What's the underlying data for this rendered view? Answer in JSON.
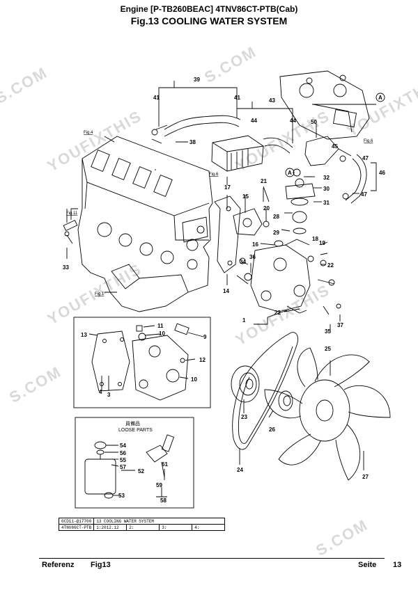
{
  "header": {
    "line1": "Engine  [P-TB260BEAC]  4TNV86CT-PTB(Cab)",
    "line2": "Fig.13 COOLING WATER SYSTEM"
  },
  "watermarks": [
    "YOUFIXTHIS",
    "S.COM",
    "YOUFIXTHIS",
    "S.COM",
    "YOUFIXTHIS",
    "S.COM",
    "YOUFIXTHIS",
    "S.COM",
    "YOUFIXTHIS"
  ],
  "figure_refs": [
    "Fig.4",
    "Fig.11",
    "Fig.1",
    "Fig.6",
    "Fig.6"
  ],
  "callouts": [
    "39",
    "41",
    "41",
    "43",
    "44",
    "44",
    "50",
    "38",
    "45",
    "47",
    "46",
    "47",
    "32",
    "30",
    "31",
    "17",
    "21",
    "15",
    "20",
    "28",
    "29",
    "18",
    "19",
    "16",
    "22",
    "34",
    "36",
    "14",
    "33",
    "1",
    "22",
    "37",
    "35",
    "11",
    "10",
    "9",
    "13",
    "12",
    "10",
    "3",
    "4",
    "25",
    "23",
    "26",
    "24",
    "27",
    "54",
    "56",
    "55",
    "57",
    "52",
    "53",
    "61",
    "59",
    "58"
  ],
  "marker_a": "A",
  "loose_parts": {
    "jp": "員備品",
    "en": "LOOSE PARTS"
  },
  "title_block": {
    "row1": [
      "0CD11-@17700",
      "13 COOLING WATER SYSTEM"
    ],
    "row2": [
      "4TNV86CT-PTB",
      "1:2012.12",
      "2:",
      "3:",
      "4:"
    ]
  },
  "footer": {
    "ref_label": "Referenz",
    "fig": "Fig13",
    "page_label": "Seite",
    "page": "13"
  }
}
